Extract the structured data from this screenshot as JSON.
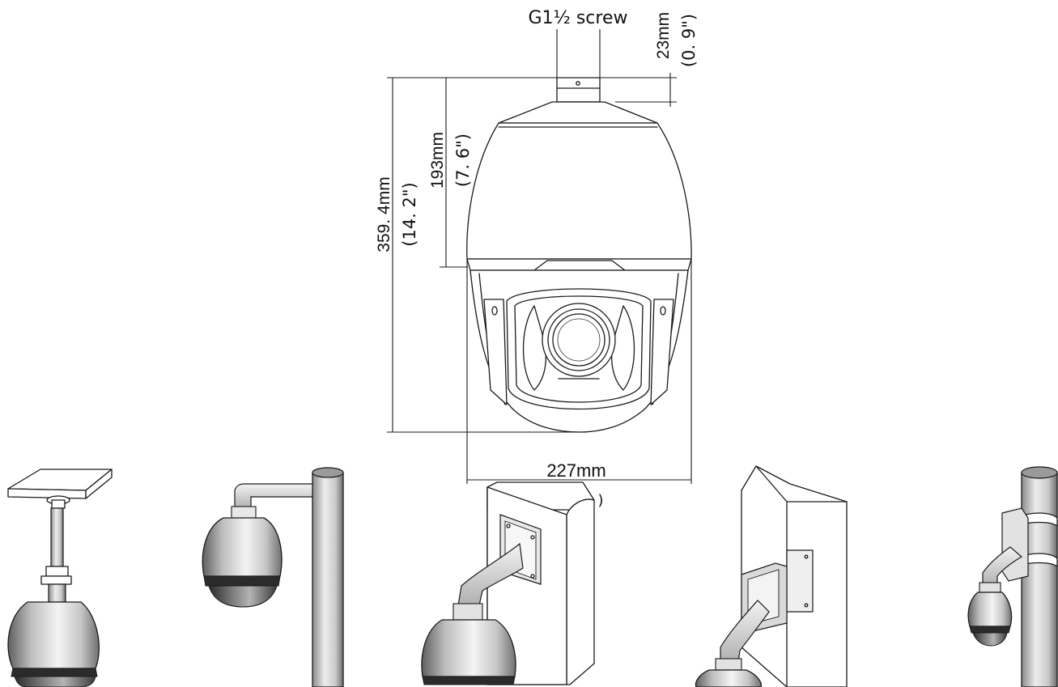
{
  "dimensions": {
    "screw_label": "G1½ screw",
    "top_height_mm": "23mm",
    "top_height_in": "(0. 9\")",
    "dome_height_mm": "193mm",
    "dome_height_in": "(7. 6\")",
    "total_height_mm": "359. 4mm",
    "total_height_in": "(14. 2\")",
    "width_mm": "227mm",
    "stray_mark": ")"
  },
  "colors": {
    "ink": "#1a1a1a",
    "housing_light": "#f2f2f2",
    "housing_mid": "#b9b9b9",
    "housing_dark": "#5a5a5a",
    "bubble_dark": "#2e2e2e"
  },
  "mount_views": [
    "ceiling-pendant-mount",
    "pole-arm-mount",
    "wall-mount",
    "corner-mount",
    "pole-clamp-mount"
  ]
}
